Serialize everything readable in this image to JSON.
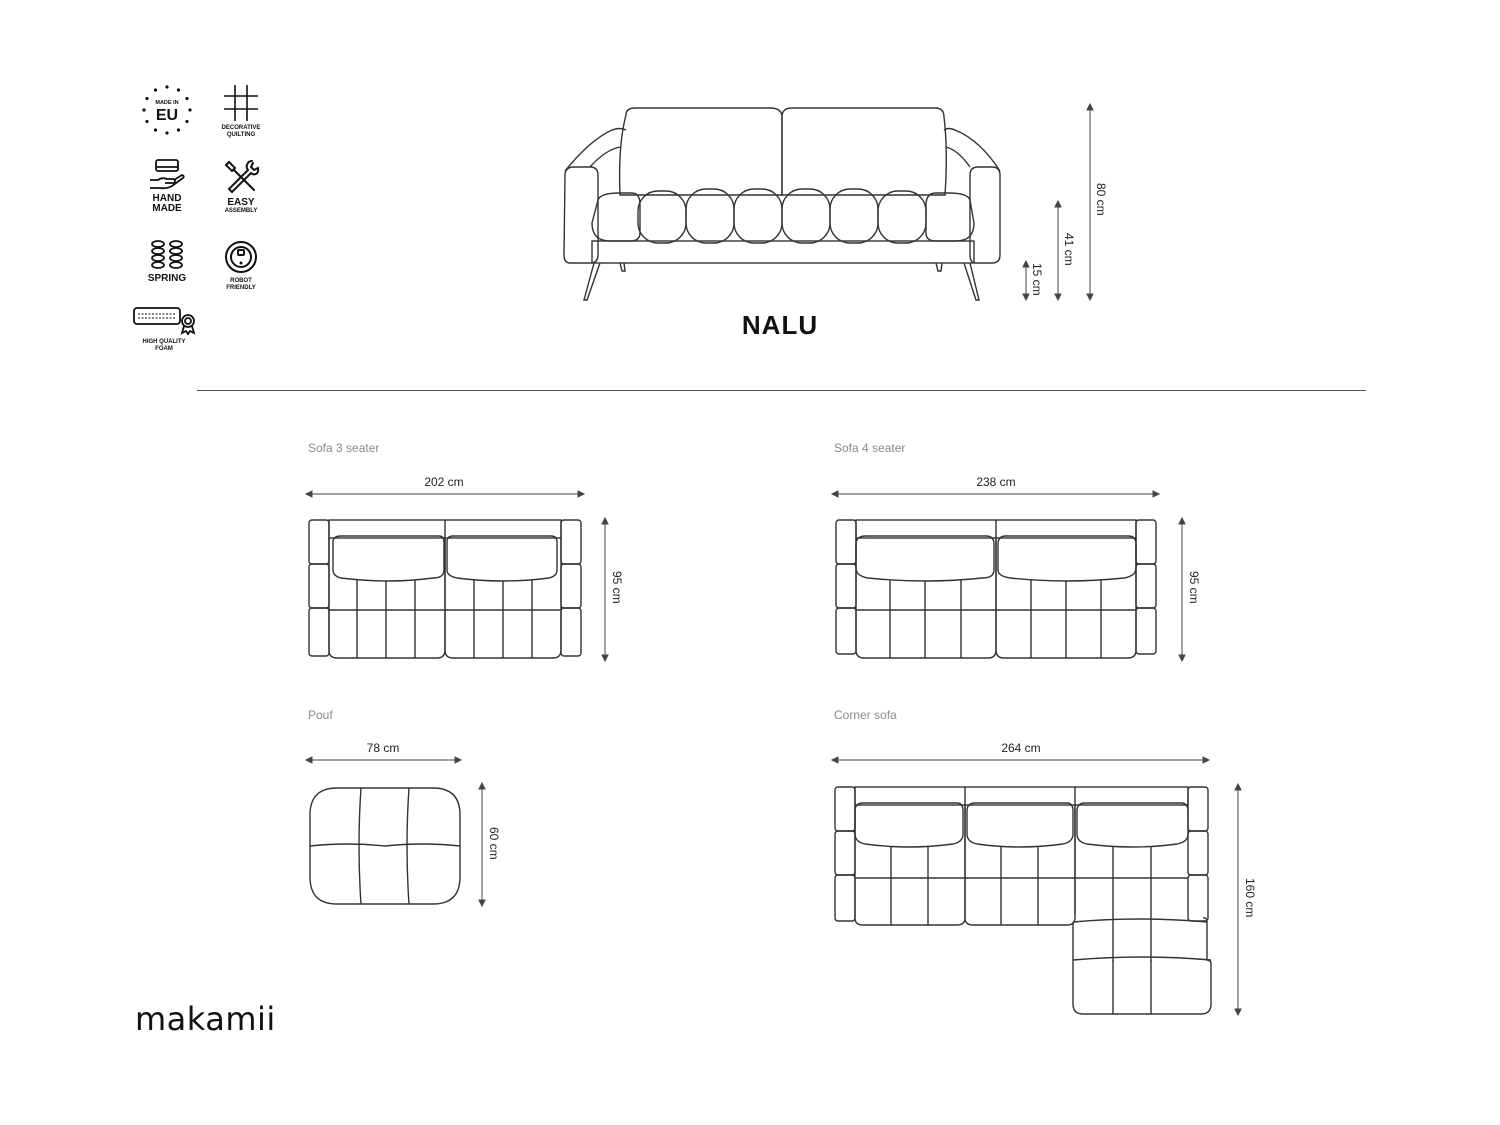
{
  "badges": {
    "made_in_top": "MADE IN",
    "made_in_code": "EU",
    "quilting": "DECORATIVE\nQUILTING",
    "hand_made": "HAND\nMADE",
    "easy_assembly_main": "EASY",
    "easy_assembly_sub": "ASSEMBLY",
    "spring": "SPRING",
    "robot_friendly": "ROBOT\nFRIENDLY",
    "foam": "HIGH QUALITY\nFOAM"
  },
  "product": {
    "name": "NALU",
    "heights": {
      "total": "80 cm",
      "seat": "41 cm",
      "legs": "15 cm"
    }
  },
  "variants": {
    "sofa3": {
      "label": "Sofa 3 seater",
      "width": "202 cm",
      "depth": "95 cm"
    },
    "sofa4": {
      "label": "Sofa 4 seater",
      "width": "238 cm",
      "depth": "95 cm"
    },
    "pouf": {
      "label": "Pouf",
      "width": "78 cm",
      "depth": "60 cm"
    },
    "corner": {
      "label": "Corner sofa",
      "width": "264 cm",
      "depth": "160 cm"
    }
  },
  "brand": {
    "logo": "makamii"
  }
}
